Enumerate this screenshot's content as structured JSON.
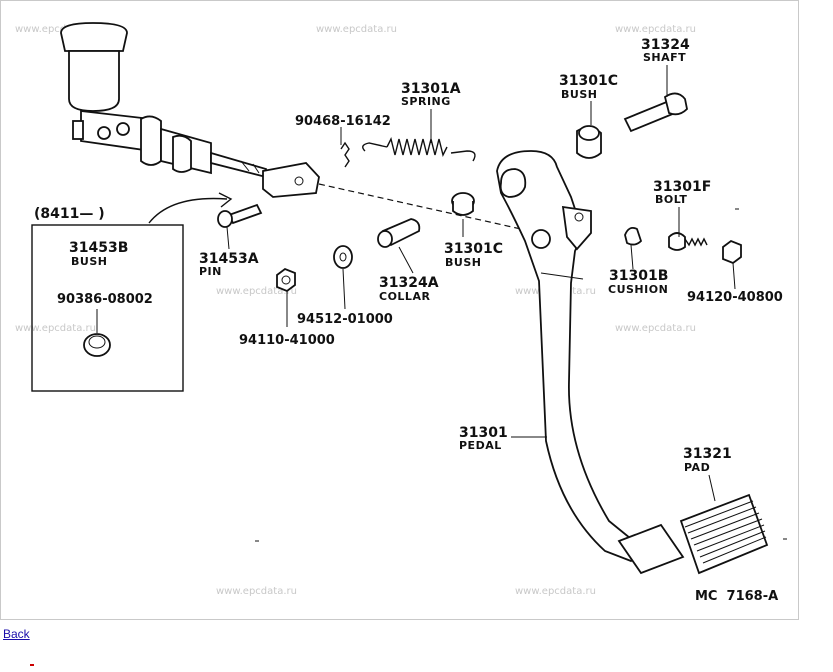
{
  "watermark": "www.epcdata.ru",
  "diagram_code": "MC  7168-A",
  "inset_ref": "(8411—        )",
  "parts": [
    {
      "number": "31324",
      "name": "SHAFT"
    },
    {
      "number": "31301A",
      "name": "SPRING"
    },
    {
      "number": "31301C",
      "name": "BUSH"
    },
    {
      "number": "90468-16142",
      "name": ""
    },
    {
      "number": "31301F",
      "name": "BOLT"
    },
    {
      "number": "31453B",
      "name": "BUSH"
    },
    {
      "number": "90386-08002",
      "name": ""
    },
    {
      "number": "31453A",
      "name": "PIN"
    },
    {
      "number": "31324A",
      "name": "COLLAR"
    },
    {
      "number": "31301C",
      "name": "BUSH"
    },
    {
      "number": "31301B",
      "name": "CUSHION"
    },
    {
      "number": "94120-40800",
      "name": ""
    },
    {
      "number": "94512-01000",
      "name": ""
    },
    {
      "number": "94110-41000",
      "name": ""
    },
    {
      "number": "31301",
      "name": "PEDAL"
    },
    {
      "number": "31321",
      "name": "PAD"
    }
  ],
  "back_link": "Back",
  "colors": {
    "line": "#111111",
    "watermark": "#c8c8c8",
    "link": "#1a0dab",
    "frame": "#c9c9c9"
  }
}
